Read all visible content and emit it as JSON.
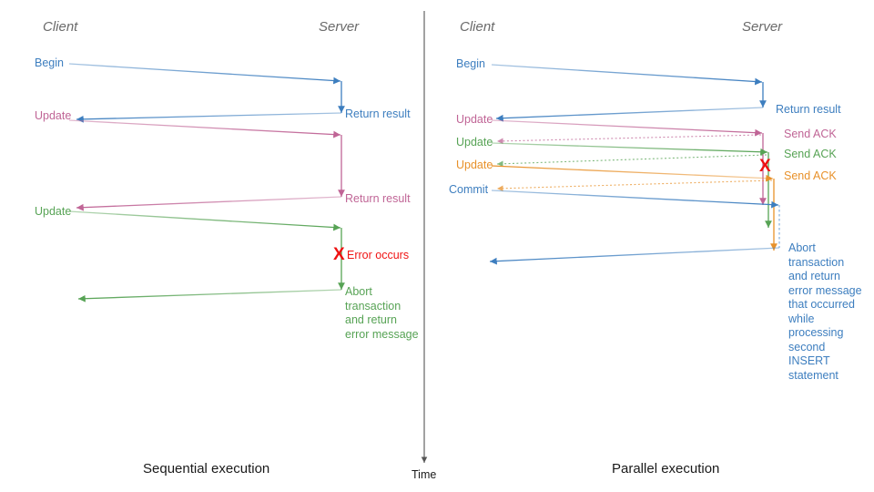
{
  "diagram": {
    "title_left": "Sequential execution",
    "title_right": "Parallel execution",
    "time_axis_label": "Time",
    "colors": {
      "blue": "#3d7ebf",
      "pink": "#c06596",
      "green": "#57a355",
      "orange": "#e8912a",
      "red": "#ee1111",
      "actor": "#6a6a6a",
      "axis": "#555555"
    }
  },
  "left_panel": {
    "actors": {
      "client": "Client",
      "server": "Server"
    },
    "caption": "Sequential execution",
    "messages": [
      {
        "label": "Begin",
        "color": "blue",
        "side": "client"
      },
      {
        "label": "Return result",
        "color": "blue",
        "side": "server"
      },
      {
        "label": "Update",
        "color": "pink",
        "side": "client"
      },
      {
        "label": "Return result",
        "color": "pink",
        "side": "server"
      },
      {
        "label": "Update",
        "color": "green",
        "side": "client"
      },
      {
        "label": "Error occurs",
        "color": "red",
        "side": "server"
      }
    ],
    "abort_note": "Abort transaction and return error message",
    "abort_note_lines": [
      "Abort",
      "transaction",
      "and return",
      "error message"
    ],
    "error_marker": "X"
  },
  "right_panel": {
    "actors": {
      "client": "Client",
      "server": "Server"
    },
    "caption": "Parallel execution",
    "messages": [
      {
        "label": "Begin",
        "color": "blue",
        "side": "client"
      },
      {
        "label": "Return result",
        "color": "blue",
        "side": "server"
      },
      {
        "label": "Update",
        "color": "pink",
        "side": "client"
      },
      {
        "label": "Send ACK",
        "color": "pink",
        "side": "server"
      },
      {
        "label": "Update",
        "color": "green",
        "side": "client"
      },
      {
        "label": "Send ACK",
        "color": "green",
        "side": "server"
      },
      {
        "label": "Update",
        "color": "orange",
        "side": "client"
      },
      {
        "label": "Send ACK",
        "color": "orange",
        "side": "server"
      },
      {
        "label": "Commit",
        "color": "blue",
        "side": "client"
      }
    ],
    "abort_note": "Abort transaction and return error message that occurred while processing second INSERT statement",
    "abort_note_lines": [
      "Abort",
      "transaction",
      "and return",
      "error message",
      "that occurred",
      "while",
      "processing",
      "second",
      "INSERT",
      "statement"
    ],
    "error_marker": "X"
  }
}
